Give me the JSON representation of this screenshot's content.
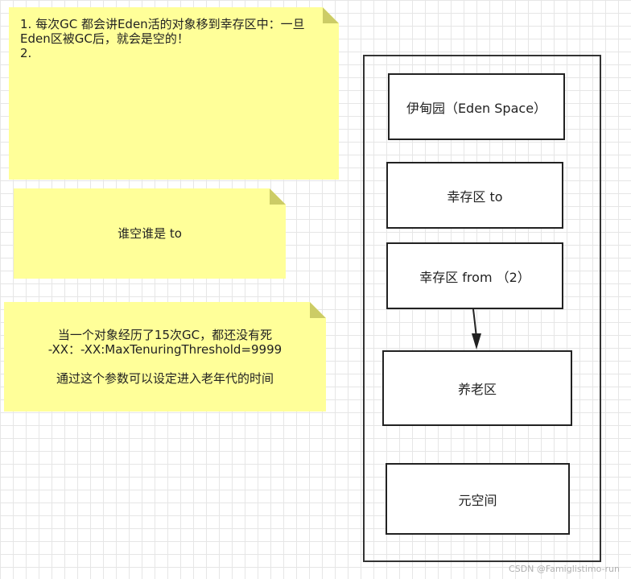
{
  "notes": {
    "note1": {
      "line1": "1. 每次GC 都会讲Eden活的对象移到幸存区中：一旦Eden区被GC后，就会是空的！",
      "line2": "2."
    },
    "note2": {
      "text": "谁空谁是 to"
    },
    "note3": {
      "line1": "当一个对象经历了15次GC，都还没有死",
      "line2": "-XX：-XX:MaxTenuringThreshold=9999",
      "line3": "通过这个参数可以设定进入老年代的时间"
    }
  },
  "boxes": {
    "eden": "伊甸园（Eden Space）",
    "survivor_to": "幸存区   to",
    "survivor_from": "幸存区   from   （2）",
    "old": "养老区",
    "meta": "元空间"
  },
  "watermark": "CSDN @Famiglistimo-run"
}
